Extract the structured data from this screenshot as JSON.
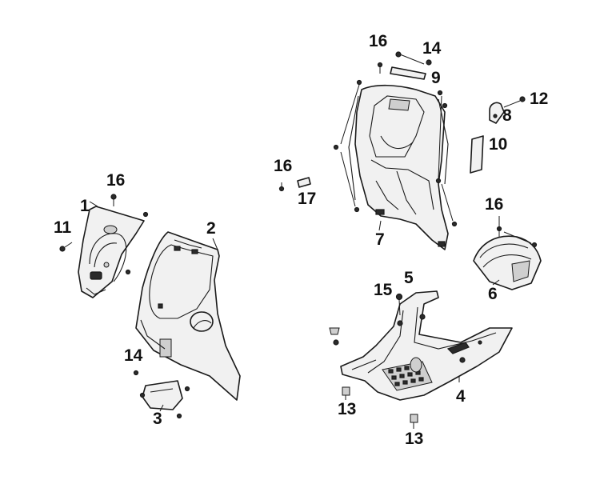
{
  "diagram": {
    "callouts": {
      "c1": "1",
      "c2": "2",
      "c3": "3",
      "c4": "4",
      "c5": "5",
      "c6": "6",
      "c7": "7",
      "c8": "8",
      "c9": "9",
      "c10": "10",
      "c11": "11",
      "c12": "12",
      "c13a": "13",
      "c13b": "13",
      "c14a": "14",
      "c14b": "14",
      "c15": "15",
      "c16a": "16",
      "c16b": "16",
      "c16c": "16",
      "c16d": "16",
      "c17": "17"
    }
  }
}
